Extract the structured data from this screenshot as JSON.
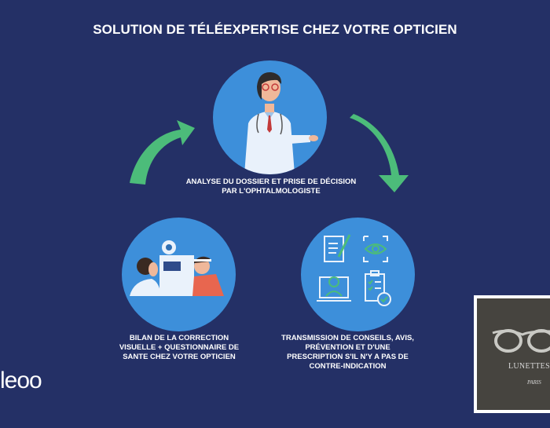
{
  "title": "SOLUTION DE TÉLÉEXPERTISE CHEZ VOTRE OPTICIEN",
  "steps": [
    {
      "id": "analysis",
      "label": "ANALYSE DU DOSSIER ET PRISE DE DÉCISION PAR L'OPHTALMOLOGISTE",
      "illustration": "doctor-icon"
    },
    {
      "id": "assessment",
      "label": "BILAN DE LA CORRECTION VISUELLE + QUESTIONNAIRE DE SANTE CHEZ VOTRE OPTICIEN",
      "illustration": "eye-exam-icon"
    },
    {
      "id": "transmission",
      "label": "TRANSMISSION DE CONSEILS, AVIS, PRÉVENTION ET D'UNE PRESCRIPTION S'IL N'Y A PAS DE CONTRE-INDICATION",
      "illustration": "documents-icon"
    }
  ],
  "logo": {
    "text": "leoo"
  },
  "brand": {
    "name": "LUNETTES",
    "city": "PARIS"
  },
  "colors": {
    "background": "#243066",
    "circle": "#3d8fda",
    "arrow": "#4cbc7a",
    "text": "#ffffff"
  }
}
